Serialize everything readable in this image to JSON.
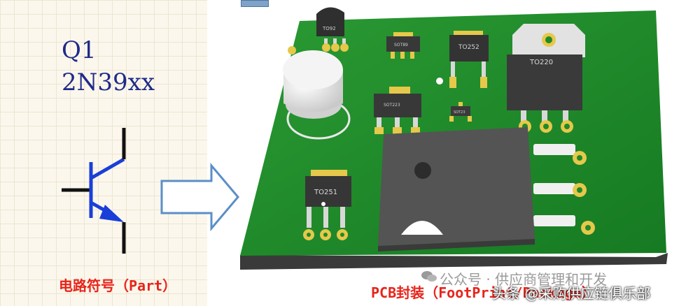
{
  "schematic": {
    "designator": "Q1",
    "part_number": "2N39xx",
    "caption": "电路符号（Part）"
  },
  "pcb": {
    "caption": "PCB封装（FootPrint/Package）",
    "packages": {
      "to92": "TO92",
      "sot89": "SOT89",
      "to252": "TO252",
      "to220": "TO220",
      "sot23": "SOT23",
      "to251": "TO251"
    }
  },
  "watermark": {
    "line1": "公众号 · 供应商管理和开发",
    "line2": "头条 @采购供应链俱乐部"
  },
  "colors": {
    "pcb_green": "#1f8a2a",
    "symbol_blue": "#1a3fd8",
    "caption_red": "#e8241a",
    "pad_gold": "#e6c84a"
  }
}
